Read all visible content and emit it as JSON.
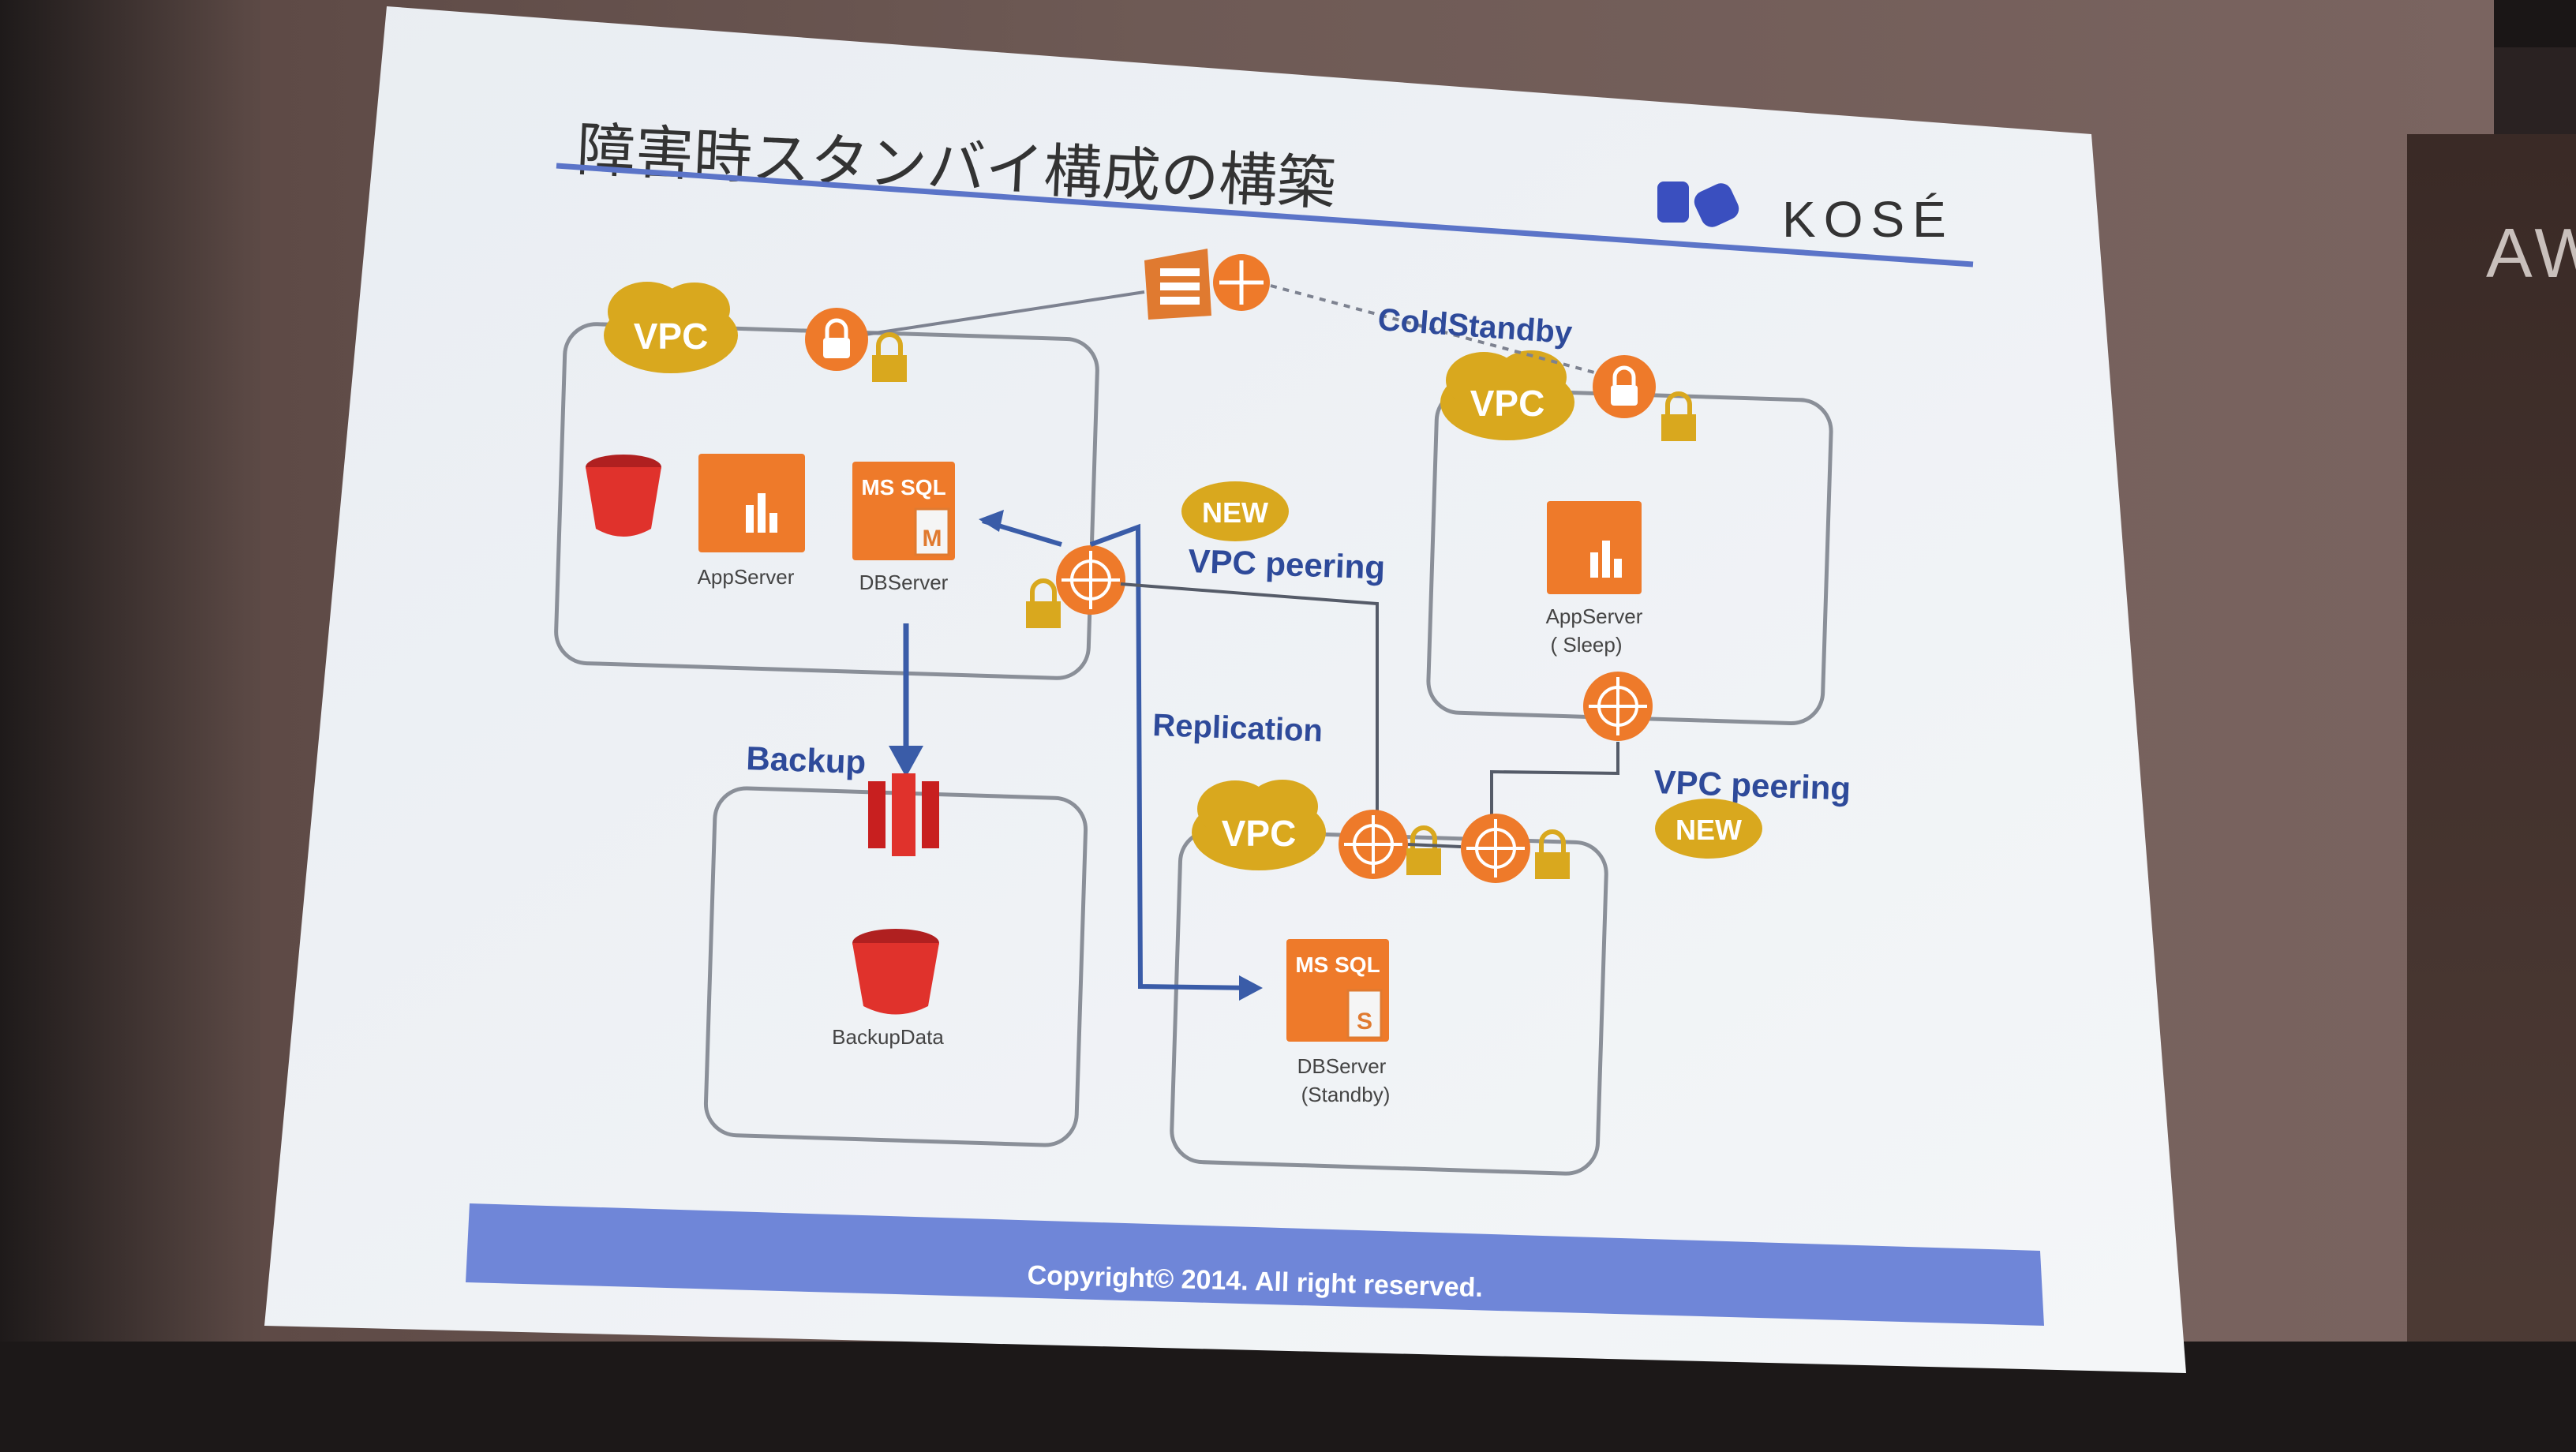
{
  "slide": {
    "title": "障害時スタンバイ構成の構築",
    "brand": "KOSÉ",
    "copyright": "Copyright© 2014. All right reserved."
  },
  "diagram": {
    "cold_standby": "ColdStandby",
    "replication": "Replication",
    "backup": "Backup",
    "peering_top": "VPC peering",
    "peering_right": "VPC peering",
    "new_badge_top": "NEW",
    "new_badge_right": "NEW",
    "vpc_main": "VPC",
    "vpc_cold": "VPC",
    "vpc_standby": "VPC",
    "app_server": "AppServer",
    "db_server": "DBServer",
    "db_logo_main": "MS SQL",
    "db_marker_main": "M",
    "app_server_sleep_1": "AppServer",
    "app_server_sleep_2": "( Sleep)",
    "backup_data": "BackupData",
    "db_standby_1": "DBServer",
    "db_standby_2": "(Standby)",
    "db_logo_standby": "MS SQL",
    "db_marker_standby": "S"
  },
  "background": {
    "side_text": "AW"
  },
  "colors": {
    "slide_bg": "#eef1f5",
    "title_rule": "#5b74c8",
    "footer_bar": "#6f86d8",
    "aws_orange": "#ee7a2a",
    "aws_red": "#e0322c",
    "vpc_gold": "#d9a81e",
    "label_blue": "#2e4a9a"
  }
}
